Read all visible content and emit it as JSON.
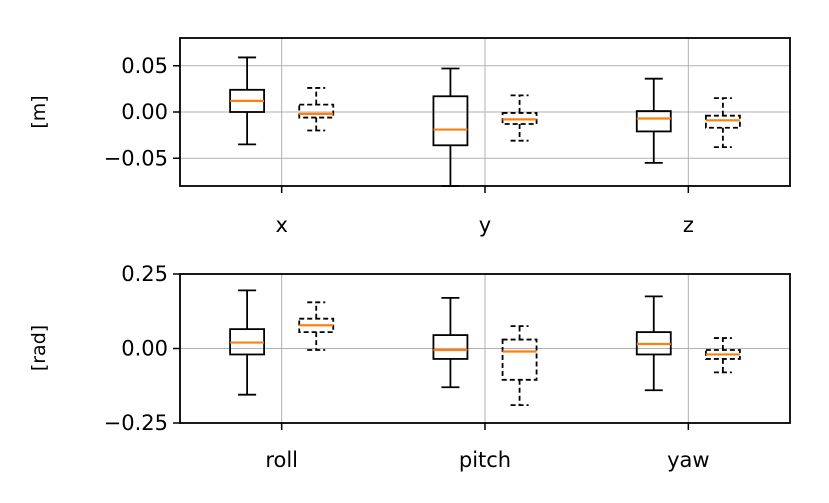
{
  "chart_data": [
    {
      "type": "box",
      "ylabel": "[m]",
      "ylim": [
        -0.08,
        0.08
      ],
      "yticks": [
        0.05,
        0.0,
        -0.05
      ],
      "ytick_labels": [
        "0.05",
        "0.00",
        "−0.05"
      ],
      "categories": [
        "x",
        "y",
        "z"
      ],
      "grid": true,
      "median_color": "#ff7f0e",
      "series": [
        {
          "style": "solid",
          "boxes": [
            {
              "whislo": -0.035,
              "q1": 0.0,
              "med": 0.012,
              "q3": 0.024,
              "whishi": 0.059
            },
            {
              "whislo": -0.08,
              "q1": -0.036,
              "med": -0.019,
              "q3": 0.017,
              "whishi": 0.047
            },
            {
              "whislo": -0.055,
              "q1": -0.021,
              "med": -0.007,
              "q3": 0.001,
              "whishi": 0.036
            }
          ]
        },
        {
          "style": "dashed",
          "boxes": [
            {
              "whislo": -0.02,
              "q1": -0.006,
              "med": -0.002,
              "q3": 0.008,
              "whishi": 0.026
            },
            {
              "whislo": -0.031,
              "q1": -0.013,
              "med": -0.008,
              "q3": -0.001,
              "whishi": 0.018
            },
            {
              "whislo": -0.038,
              "q1": -0.017,
              "med": -0.009,
              "q3": -0.004,
              "whishi": 0.015
            }
          ]
        }
      ]
    },
    {
      "type": "box",
      "ylabel": "[rad]",
      "ylim": [
        -0.25,
        0.25
      ],
      "yticks": [
        0.25,
        0.0,
        -0.25
      ],
      "ytick_labels": [
        "0.25",
        "0.00",
        "−0.25"
      ],
      "categories": [
        "roll",
        "pitch",
        "yaw"
      ],
      "grid": true,
      "median_color": "#ff7f0e",
      "series": [
        {
          "style": "solid",
          "boxes": [
            {
              "whislo": -0.155,
              "q1": -0.02,
              "med": 0.02,
              "q3": 0.065,
              "whishi": 0.195
            },
            {
              "whislo": -0.13,
              "q1": -0.035,
              "med": -0.005,
              "q3": 0.045,
              "whishi": 0.17
            },
            {
              "whislo": -0.14,
              "q1": -0.02,
              "med": 0.015,
              "q3": 0.055,
              "whishi": 0.175
            }
          ]
        },
        {
          "style": "dashed",
          "boxes": [
            {
              "whislo": -0.005,
              "q1": 0.055,
              "med": 0.078,
              "q3": 0.1,
              "whishi": 0.155
            },
            {
              "whislo": -0.19,
              "q1": -0.105,
              "med": -0.01,
              "q3": 0.03,
              "whishi": 0.075
            },
            {
              "whislo": -0.08,
              "q1": -0.035,
              "med": -0.02,
              "q3": -0.005,
              "whishi": 0.035
            }
          ]
        }
      ]
    }
  ]
}
